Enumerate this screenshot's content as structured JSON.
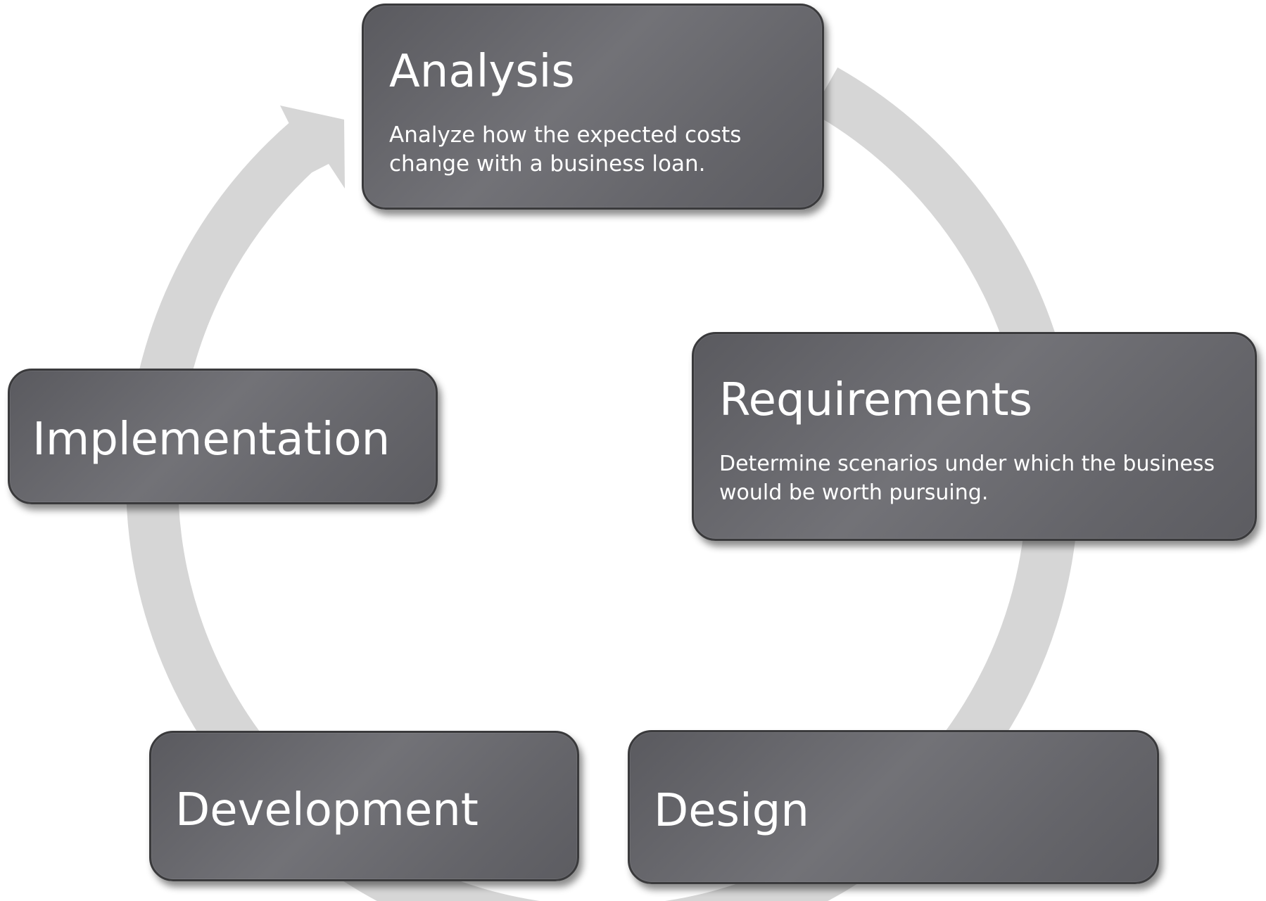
{
  "diagram": {
    "type": "cycle",
    "colors": {
      "box_fill": "#6a6a6f",
      "box_border": "#3a3a3c",
      "box_text": "#ffffff",
      "ring": "#d6d6d6"
    },
    "steps": [
      {
        "id": "analysis",
        "title": "Analysis",
        "description": "Analyze how the expected costs change with a business loan."
      },
      {
        "id": "requirements",
        "title": "Requirements",
        "description": "Determine scenarios under which the business would be worth pursuing."
      },
      {
        "id": "design",
        "title": "Design",
        "description": ""
      },
      {
        "id": "development",
        "title": "Development",
        "description": ""
      },
      {
        "id": "implementation",
        "title": "Implementation",
        "description": ""
      }
    ]
  }
}
